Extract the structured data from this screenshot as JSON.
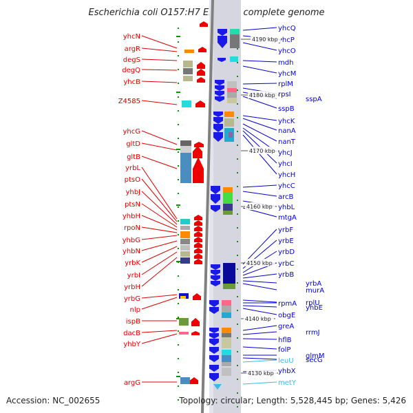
{
  "title": "Escherichia coli O157:H7 EDL933, complete genome",
  "accession": "Accession: NC_002655",
  "summary": "Topology: circular; Length: 5,528,445 bp; Genes: 5,426",
  "colors": {
    "left_label": "#dd0000",
    "right_label": "#0000cc",
    "trna_label": "#33bbee",
    "backbone": "#808080",
    "tick": "#009900"
  },
  "left_labels": [
    "yhcN",
    "argR",
    "degS",
    "degQ",
    "yhcB",
    "Z4585",
    "yhcG",
    "gltD",
    "gltB",
    "yrbL",
    "ptsO",
    "yhbJ",
    "ptsN",
    "yhbH",
    "rpoN",
    "yhbG",
    "yhbN",
    "yrbK",
    "yrbI",
    "yrbH",
    "yrbG",
    "nlp",
    "ispB",
    "dacB",
    "yhbY",
    "argG"
  ],
  "right_labels": [
    "yhcQ",
    "yhcP",
    "yhcO",
    "mdh",
    "yhcM",
    "rplM",
    "rpsI",
    "sspA",
    "sspB",
    "yhcK",
    "nanA",
    "nanT",
    "yhcJ",
    "yhcI",
    "yhcH",
    "yhcC",
    "arcB",
    "yhbL",
    "mtgA",
    "yrbF",
    "yrbE",
    "yrbD",
    "yrbC",
    "yrbB",
    "yrbA",
    "murA",
    "rplU",
    "rpmA",
    "yhbE",
    "obgE",
    "greA",
    "rrmJ",
    "hflB",
    "folP",
    "glmM",
    "secG",
    "leuU",
    "yhbX",
    "metY"
  ],
  "trna_labels": [
    "leuU",
    "metY"
  ],
  "scale_labels": [
    "4190 kbp",
    "4180 kbp",
    "4170 kbp",
    "4160 kbp",
    "4150 kbp",
    "4140 kbp",
    "4130 kbp"
  ]
}
